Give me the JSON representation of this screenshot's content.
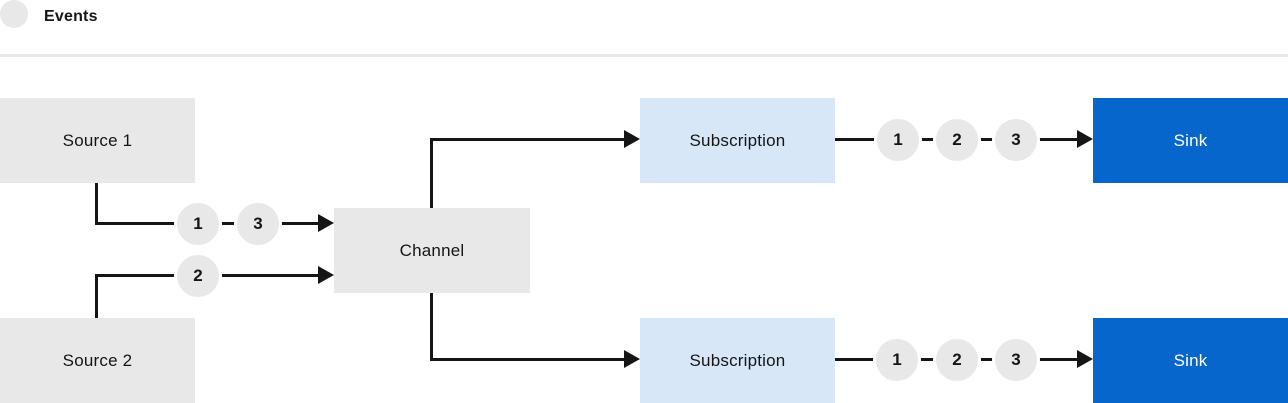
{
  "legend": {
    "label": "Events"
  },
  "nodes": {
    "source1": {
      "label": "Source 1"
    },
    "source2": {
      "label": "Source 2"
    },
    "channel": {
      "label": "Channel"
    },
    "subscription_top": {
      "label": "Subscription"
    },
    "subscription_bottom": {
      "label": "Subscription"
    },
    "sink_top": {
      "label": "Sink"
    },
    "sink_bottom": {
      "label": "Sink"
    }
  },
  "events": {
    "source1_to_channel": [
      "1",
      "3"
    ],
    "source2_to_channel": [
      "2"
    ],
    "subscription_top_to_sink": [
      "1",
      "2",
      "3"
    ],
    "subscription_bottom_to_sink": [
      "1",
      "2",
      "3"
    ]
  },
  "colors": {
    "source_box": "#e8e8e8",
    "channel_box": "#e8e8e8",
    "subscription_box": "#d7e7f8",
    "sink_box": "#0666cc",
    "line": "#151515",
    "text_dark": "#151515",
    "text_light": "#ffffff",
    "divider": "#e8e8e8",
    "event_circle": "#e8e8e8"
  }
}
